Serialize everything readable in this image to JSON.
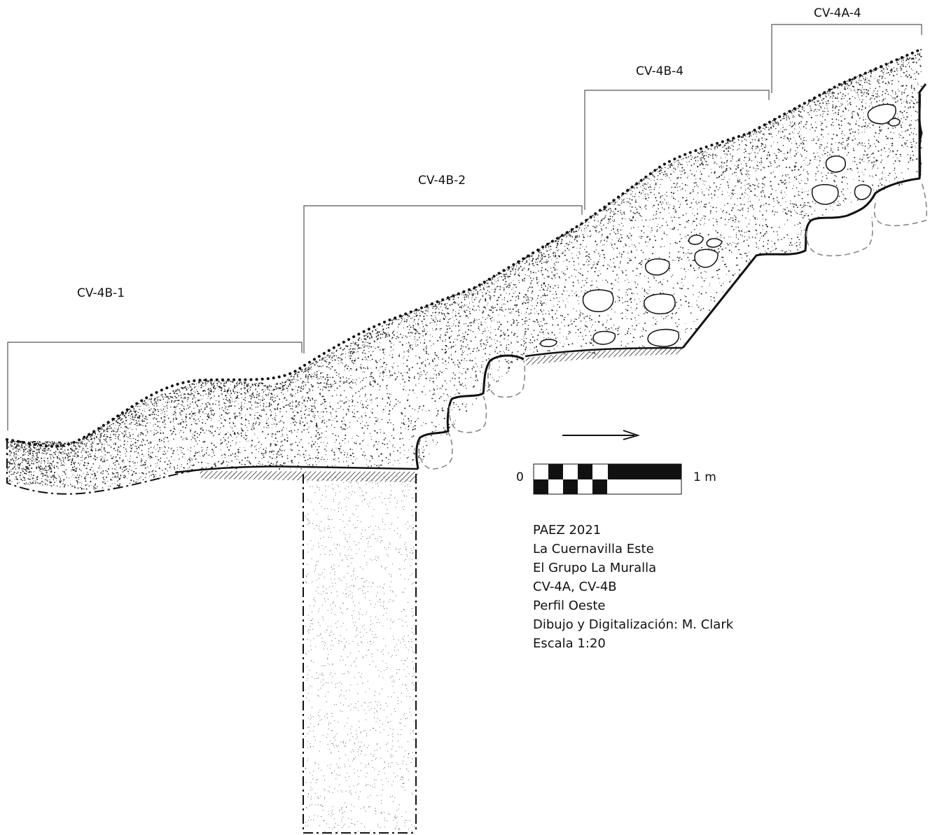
{
  "units": [
    {
      "id": "cv-4b-1",
      "label": "CV-4B-1"
    },
    {
      "id": "cv-4b-2",
      "label": "CV-4B-2"
    },
    {
      "id": "cv-4b-4",
      "label": "CV-4B-4"
    },
    {
      "id": "cv-4a-4",
      "label": "CV-4A-4"
    }
  ],
  "scale_bar": {
    "start_label": "0",
    "end_label": "1 m"
  },
  "notes": [
    "PAEZ 2021",
    "La Cuernavilla Este",
    "El Grupo La Muralla",
    "CV-4A, CV-4B",
    "Perfil Oeste",
    "Dibujo y Digitalización: M. Clark",
    "Escala 1:20"
  ],
  "colors": {
    "ink": "#111111",
    "fill_dots": "#1a1a1a",
    "paper": "#ffffff",
    "dashed": "#888888"
  }
}
